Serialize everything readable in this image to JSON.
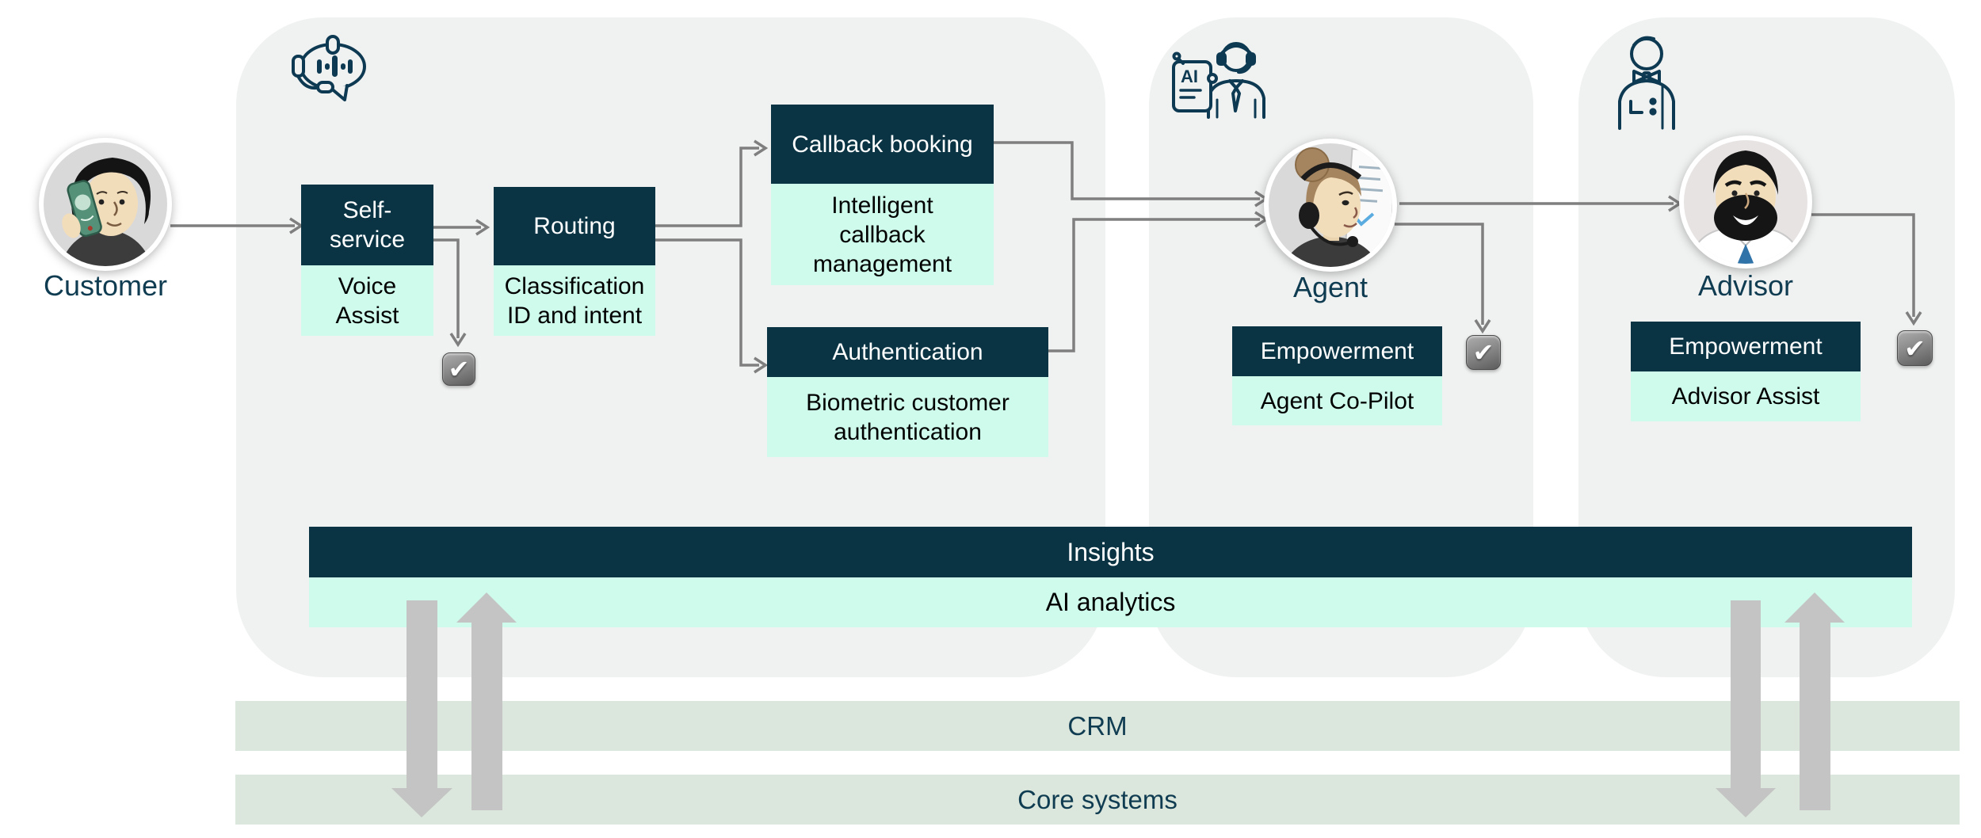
{
  "palette": {
    "navy": "#0a3444",
    "mint": "#cffbec",
    "panel": "#f0f1f1",
    "sage": "#dbe7dc",
    "flow": "#c3c4c3",
    "line": "#7f7f7f",
    "label": "#103c52",
    "icon": "#0d3a52"
  },
  "actors": {
    "customer": {
      "label": "Customer"
    },
    "agent": {
      "label": "Agent"
    },
    "advisor": {
      "label": "Advisor"
    }
  },
  "boxes": {
    "self_service": {
      "title": [
        "Self-",
        "service"
      ],
      "subtitle": [
        "Voice",
        "Assist"
      ]
    },
    "routing": {
      "title": [
        "Routing"
      ],
      "subtitle": [
        "Classification",
        "ID and intent"
      ]
    },
    "callback_booking": {
      "title": [
        "Callback booking"
      ],
      "subtitle": [
        "Intelligent",
        "callback",
        "management"
      ]
    },
    "authentication": {
      "title": [
        "Authentication"
      ],
      "subtitle": [
        "Biometric customer",
        "authentication"
      ]
    },
    "agent_empowerment": {
      "title": [
        "Empowerment"
      ],
      "subtitle": [
        "Agent Co-Pilot"
      ]
    },
    "advisor_empowerment": {
      "title": [
        "Empowerment"
      ],
      "subtitle": [
        "Advisor Assist"
      ]
    }
  },
  "bars": {
    "insights": {
      "title": "Insights",
      "subtitle": "AI analytics"
    },
    "crm": {
      "label": "CRM"
    },
    "core_systems": {
      "label": "Core systems"
    }
  },
  "icons": {
    "panel_self_service": "voice-bot-icon",
    "panel_agent": "ai-agent-assist-icon",
    "panel_advisor": "advisor-person-icon",
    "check": "checkmark-badge-icon",
    "check_glyph": "✔"
  }
}
